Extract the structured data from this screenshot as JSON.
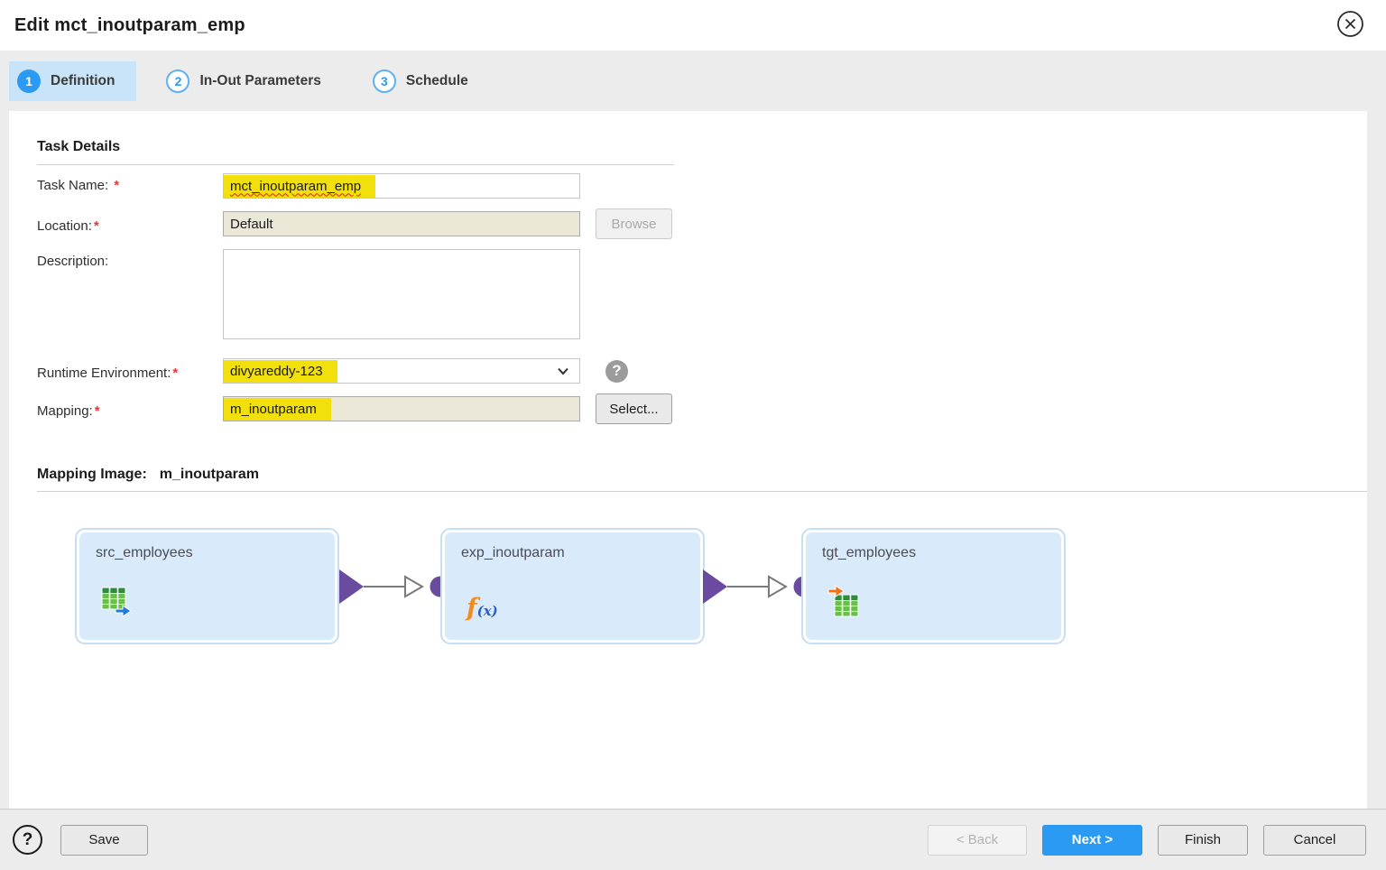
{
  "ui": {
    "required_marker": "*",
    "help_glyph": "?"
  },
  "dialog": {
    "title": "Edit mct_inoutparam_emp"
  },
  "wizard": {
    "steps": [
      {
        "number": "1",
        "label": "Definition"
      },
      {
        "number": "2",
        "label": "In-Out Parameters"
      },
      {
        "number": "3",
        "label": "Schedule"
      }
    ]
  },
  "task_details": {
    "heading": "Task Details",
    "task_name": {
      "label": "Task Name:",
      "value": "mct_inoutparam_emp"
    },
    "location": {
      "label": "Location:",
      "value": "Default",
      "button": "Browse"
    },
    "description": {
      "label": "Description:",
      "value": ""
    },
    "runtime_environment": {
      "label": "Runtime Environment:",
      "value": "divyareddy-123"
    },
    "mapping": {
      "label": "Mapping:",
      "value": "m_inoutparam",
      "button": "Select..."
    }
  },
  "mapping_image": {
    "heading": "Mapping Image:",
    "name": "m_inoutparam",
    "nodes": [
      {
        "label": "src_employees"
      },
      {
        "label": "exp_inoutparam",
        "fx_f": "f",
        "fx_x": "(x)"
      },
      {
        "label": "tgt_employees"
      }
    ]
  },
  "footer": {
    "save": "Save",
    "back": "< Back",
    "next": "Next >",
    "finish": "Finish",
    "cancel": "Cancel"
  },
  "colors": {
    "accent_blue": "#2b9af3",
    "active_tab_bg": "#c9e4f8",
    "highlight_yellow": "#f1e00c",
    "node_fill": "#d9ebfa",
    "port_purple": "#6b4b9f",
    "readonly_beige": "#ebe8d8"
  }
}
